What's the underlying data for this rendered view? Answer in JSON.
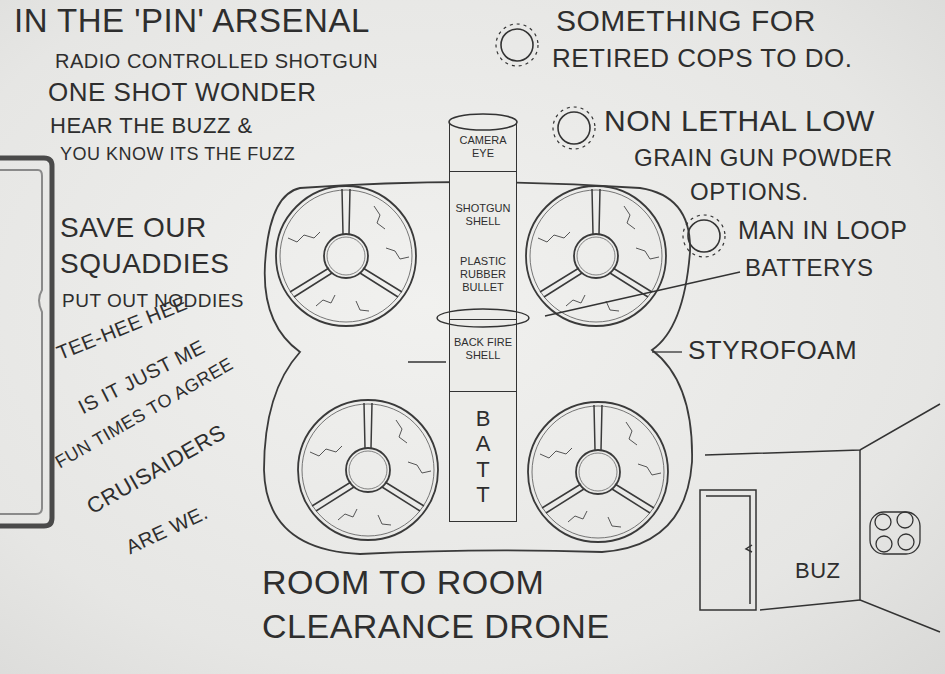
{
  "diagram": {
    "title": "IN THE 'PIN' ARSENAL",
    "caption": "ROOM TO ROOM CLEARANCE DRONE",
    "nodes": [
      {
        "text": [
          "CAMERA EYE"
        ]
      },
      {
        "text": [
          "SHOTGUN SHELL",
          "PLASTIC RUBBER BULLET"
        ]
      },
      {
        "text": [
          "BACK FIRE SHELL"
        ]
      },
      {
        "text": [
          "BATT"
        ]
      }
    ],
    "labels": [
      "RADIO CONTROLLED SHOTGUN",
      "ONE SHOT WONDER",
      "HEAR THE BUZZ &",
      "YOU KNOW ITS THE FUZZ",
      "SAVE OUR",
      "SQUADDIES",
      "PUT OUT NODDIES",
      "TEE-HEE HEE",
      "IS IT JUST ME",
      "FUN TIMES TO AGREE",
      "CRUISAIDERS",
      "ARE WE.",
      "SOMETHING FOR",
      "RETIRED COPS TO DO.",
      "NON LETHAL LOW",
      "GRAIN GUN POWDER",
      "OPTIONS.",
      "MAN IN LOOP",
      "BATTERYS",
      "STYROFOAM",
      "BUZ"
    ]
  }
}
